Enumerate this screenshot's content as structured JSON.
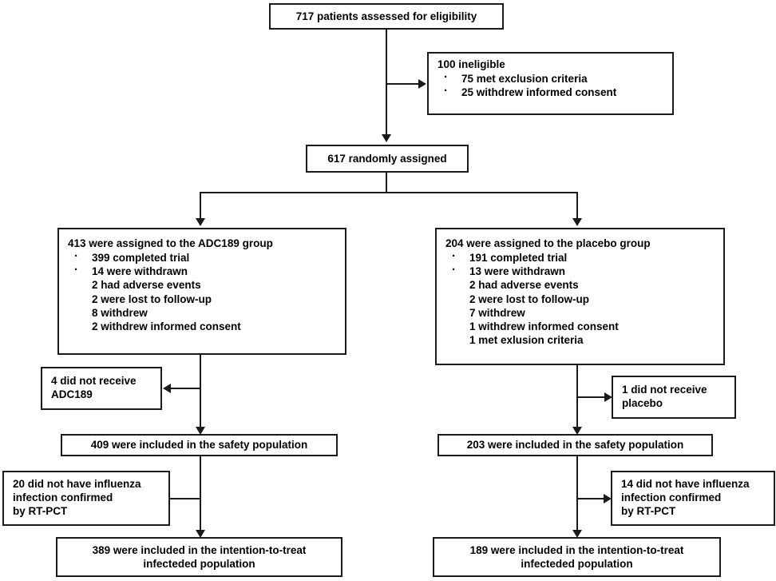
{
  "diagram": {
    "title": "CONSORT participant flow diagram",
    "type": "flow-diagram",
    "colors": {
      "line": "#1a1a1a",
      "box_border": "#1a1a1a",
      "background": "#ffffff",
      "text": "#000000"
    }
  },
  "nodes": {
    "enrollment": {
      "label": "717 patients assessed for eligibility",
      "count": 717
    },
    "ineligible": {
      "header": "100  ineligible",
      "count": 100,
      "items": [
        {
          "text": "75 met exclusion criteria",
          "bullet": true
        },
        {
          "text": "25 withdrew informed consent",
          "bullet": true
        }
      ]
    },
    "randomized": {
      "label": "617 randomly assigned",
      "count": 617
    },
    "adc189_group": {
      "header": "413 were assigned to the ADC189 group",
      "count": 413,
      "items": [
        {
          "text": "399 completed trial",
          "bullet": true
        },
        {
          "text": "14 were withdrawn",
          "bullet": true
        },
        {
          "text": "2 had adverse events",
          "bullet": false
        },
        {
          "text": "2 were lost to follow-up",
          "bullet": false
        },
        {
          "text": "8 withdrew",
          "bullet": false
        },
        {
          "text": "2 withdrew informed consent",
          "bullet": false
        }
      ]
    },
    "placebo_group": {
      "header": "204 were assigned to the placebo  group",
      "count": 204,
      "items": [
        {
          "text": "191 completed trial",
          "bullet": true
        },
        {
          "text": "13 were withdrawn",
          "bullet": true
        },
        {
          "text": "2 had adverse events",
          "bullet": false
        },
        {
          "text": "2 were lost to follow-up",
          "bullet": false
        },
        {
          "text": "7 withdrew",
          "bullet": false
        },
        {
          "text": "1 withdrew informed consent",
          "bullet": false
        },
        {
          "text": "1 met exlusion criteria",
          "bullet": false
        }
      ]
    },
    "adc189_not_received": {
      "count": 4,
      "lines": [
        "4 did not receive",
        "ADC189"
      ]
    },
    "placebo_not_received": {
      "count": 1,
      "lines": [
        "1 did not receive",
        "placebo"
      ]
    },
    "adc189_safety": {
      "label": "409 were included in the safety population",
      "count": 409
    },
    "placebo_safety": {
      "label": "203 were included in the safety population",
      "count": 203
    },
    "adc189_no_influenza": {
      "count": 20,
      "lines": [
        "20 did not have influenza",
        "infection confirmed",
        "by RT-PCT"
      ]
    },
    "placebo_no_influenza": {
      "count": 14,
      "lines": [
        "14 did not have influenza",
        "infection confirmed",
        "by RT-PCT"
      ]
    },
    "adc189_itt": {
      "count": 389,
      "lines": [
        "389 were included in the intention-to-treat",
        "infecteded population"
      ]
    },
    "placebo_itt": {
      "count": 189,
      "lines": [
        "189 were included in the intention-to-treat",
        "infecteded population"
      ]
    }
  }
}
